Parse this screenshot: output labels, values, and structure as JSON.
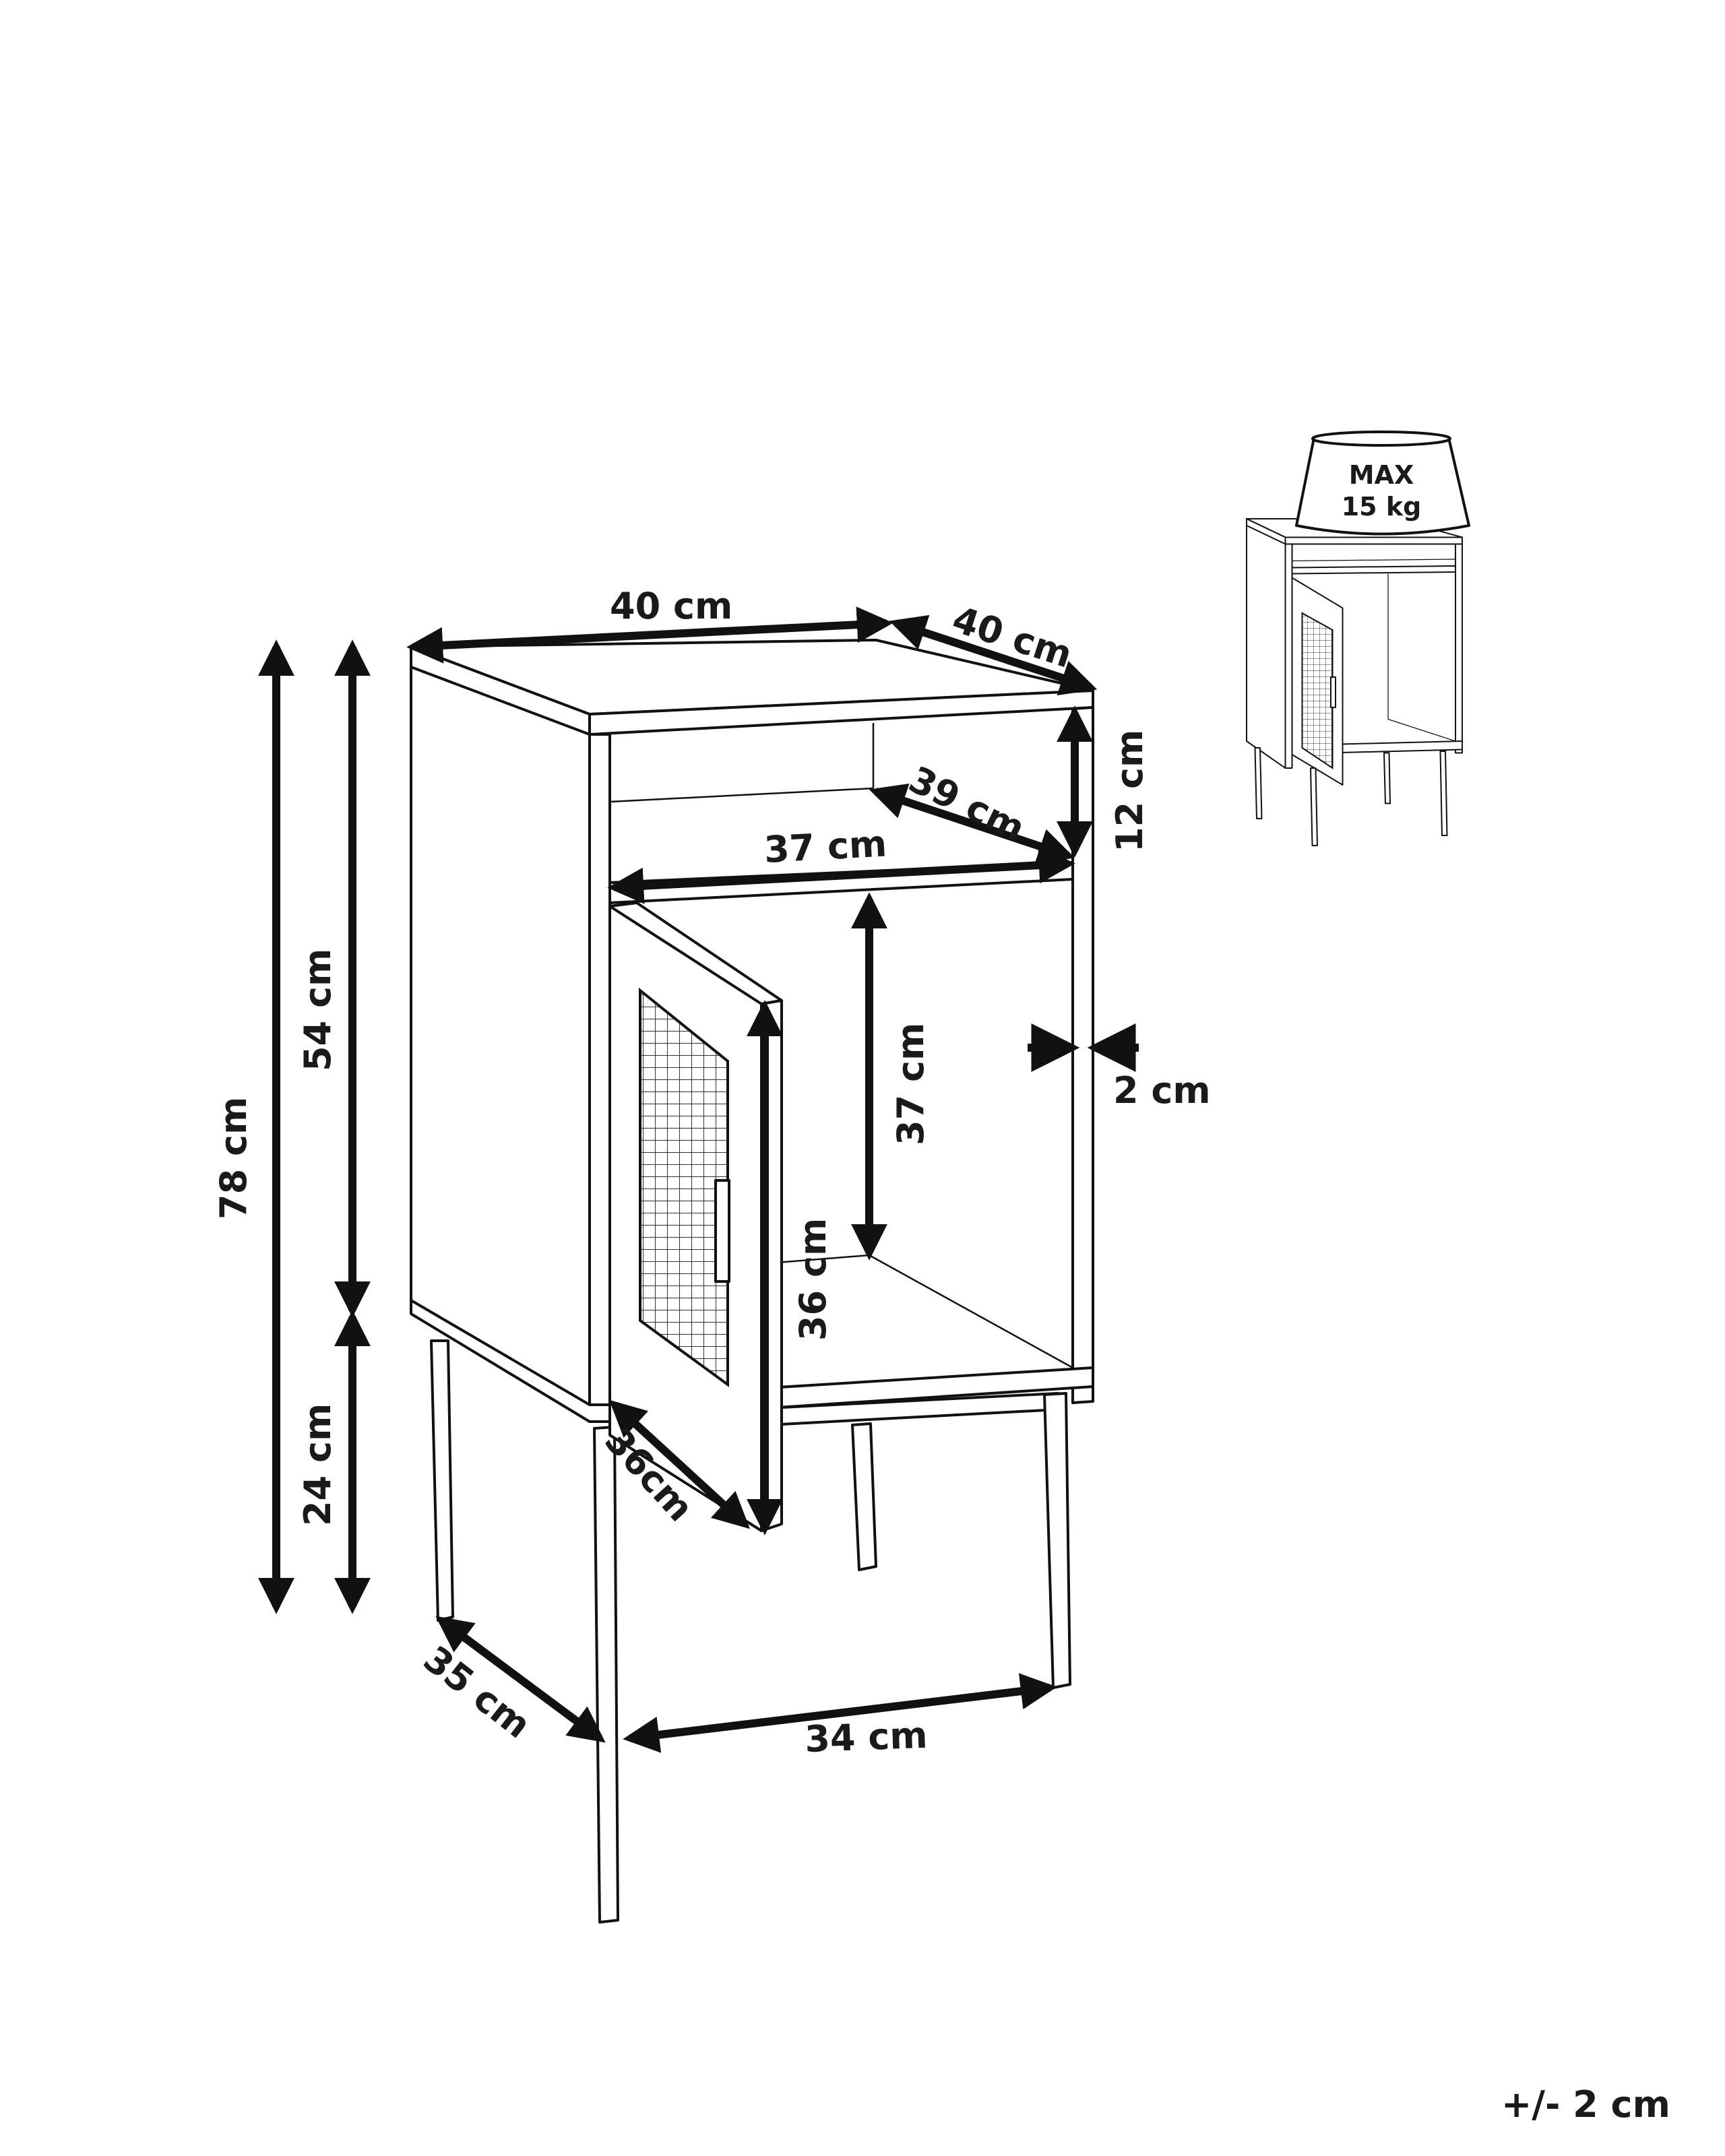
{
  "diagram": {
    "type": "furniture-dimension-drawing",
    "subject": "bedside cabinet with open shelf, mesh door and metal legs"
  },
  "dimensions": {
    "top_width": "40 cm",
    "top_depth": "40 cm",
    "shelf_opening_height": "12 cm",
    "shelf_depth": "39 cm",
    "shelf_width": "37 cm",
    "compartment_height": "37 cm",
    "panel_thickness": "2 cm",
    "door_height": "36 cm",
    "door_width": "36cm",
    "total_height": "78 cm",
    "body_height": "54 cm",
    "leg_height": "24 cm",
    "leg_depth_span": "35 cm",
    "leg_width_span": "34 cm"
  },
  "load_badge": {
    "icon": "weight-icon",
    "line1": "MAX",
    "line2": "15 kg"
  },
  "tolerance": "+/- 2 cm",
  "colors": {
    "line": "#111111",
    "background": "#ffffff"
  }
}
